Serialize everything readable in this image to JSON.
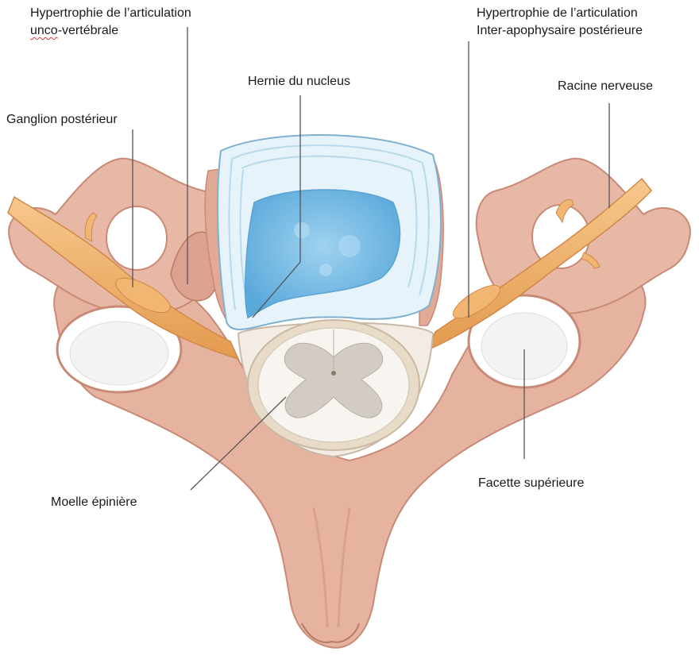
{
  "colors": {
    "bone": "#e7b7a6",
    "bone_shadow": "#c98f7b",
    "bone_highlight": "#f3d4c8",
    "nerve": "#f0b06a",
    "nerve_shadow": "#d98a3d",
    "disc": "#dceef7",
    "nucleus": "#7fc0e6",
    "cord_sheath": "#e9dfcf",
    "cord_white": "#f7f3ee",
    "cord_grey": "#cfc7bd",
    "leader": "#555555"
  },
  "labels": {
    "uncovertebral": {
      "line1": "Hypertrophie de l’articulation",
      "line2_a": "unco",
      "line2_b": "-vertébrale"
    },
    "interapophysaire": {
      "line1": "Hypertrophie de l’articulation",
      "line2": "Inter-apophysaire postérieure"
    },
    "hernie": "Hernie du nucleus",
    "racine": "Racine nerveuse",
    "ganglion": "Ganglion postérieur",
    "moelle": "Moelle épinière",
    "facette": "Facette supérieure"
  }
}
